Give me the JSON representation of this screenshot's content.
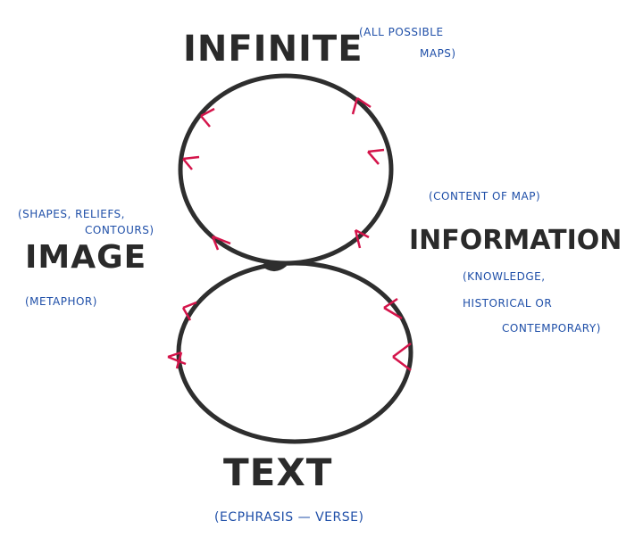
{
  "labels": {
    "infinite": "INFINITE",
    "infinite_note_1": "(ALL POSSIBLE",
    "infinite_note_2": "MAPS)",
    "image": "IMAGE",
    "image_note_top_1": "(SHAPES, RELIEFS,",
    "image_note_top_2": "CONTOURS)",
    "image_note_bottom": "(METAPHOR)",
    "information": "INFORMATION",
    "information_note_top": "(CONTENT OF MAP)",
    "information_note_1": "(KNOWLEDGE,",
    "information_note_2": "HISTORICAL OR",
    "information_note_3": "CONTEMPORARY)",
    "text": "TEXT",
    "text_note": "(ECPHRASIS — VERSE)"
  },
  "colors": {
    "ink": "#2a2a2a",
    "notes": "#1f4fa8",
    "ticks": "#d4144a"
  }
}
